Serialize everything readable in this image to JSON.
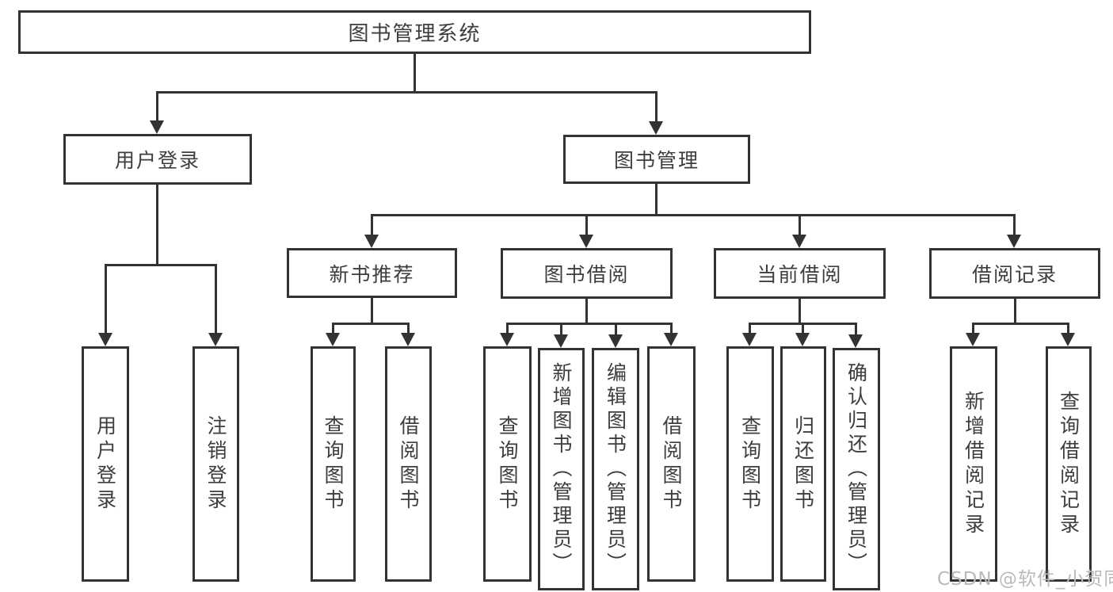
{
  "colors": {
    "line": "#333333",
    "box_border": "#333333",
    "text": "#3d3d3d",
    "background": "#ffffff",
    "watermark": "#b9b9b9"
  },
  "root": {
    "label": "图书管理系统"
  },
  "level2": [
    {
      "label": "用户登录"
    },
    {
      "label": "图书管理"
    }
  ],
  "level3": [
    {
      "label": "新书推荐"
    },
    {
      "label": "图书借阅"
    },
    {
      "label": "当前借阅"
    },
    {
      "label": "借阅记录"
    }
  ],
  "leaves": {
    "user_login": [
      {
        "label": "用户登录"
      },
      {
        "label": "注销登录"
      }
    ],
    "new_book_rec": [
      {
        "label": "查询图书"
      },
      {
        "label": "借阅图书"
      }
    ],
    "book_borrow": [
      {
        "label": "查询图书"
      },
      {
        "label": "新增图书（管理员）"
      },
      {
        "label": "编辑图书（管理员）"
      },
      {
        "label": "借阅图书"
      }
    ],
    "current_borrow": [
      {
        "label": "查询图书"
      },
      {
        "label": "归还图书"
      },
      {
        "label": "确认归还（管理员）"
      }
    ],
    "borrow_records": [
      {
        "label": "新增借阅记录"
      },
      {
        "label": "查询借阅记录"
      }
    ]
  },
  "watermark": {
    "text": "CSDN @软件_小贺同学"
  }
}
